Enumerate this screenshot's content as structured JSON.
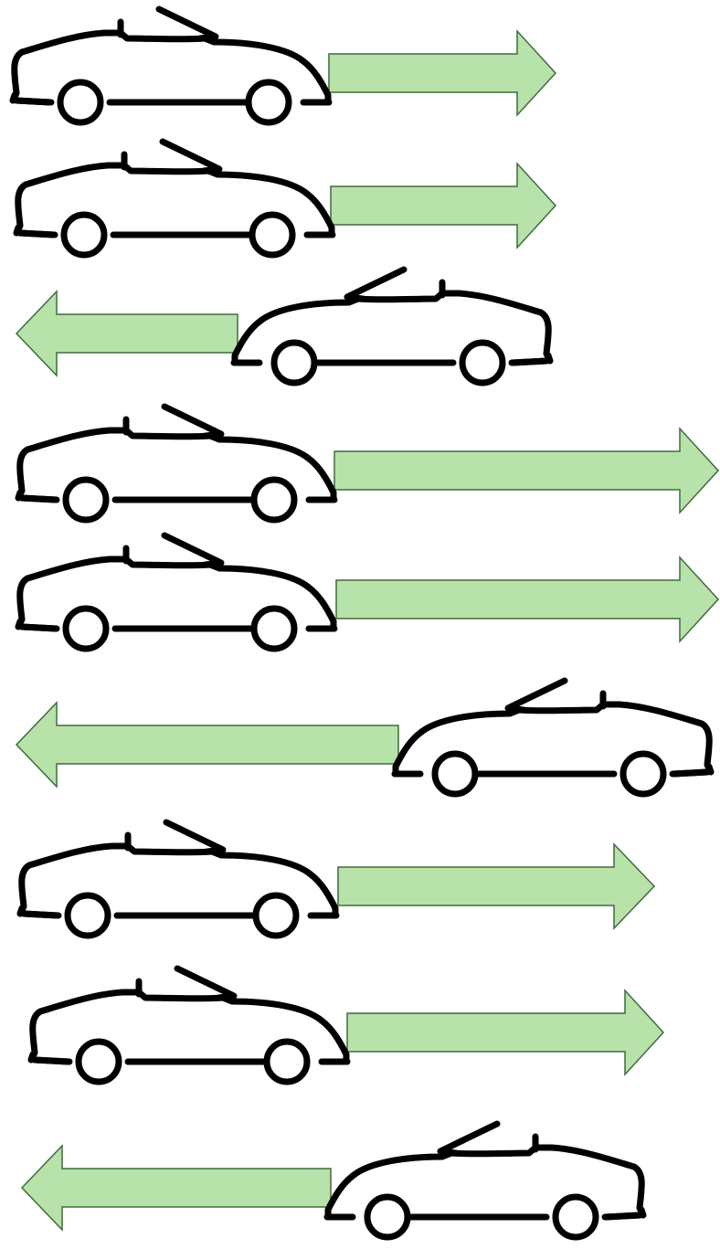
{
  "colors": {
    "arrow_fill": "#b7e3aa",
    "arrow_stroke": "#3e6b3e",
    "car_outline": "#000000",
    "background": "#ffffff"
  },
  "rows": [
    {
      "car_facing": "right",
      "arrow_direction": "right",
      "arrow_length": "medium"
    },
    {
      "car_facing": "right",
      "arrow_direction": "right",
      "arrow_length": "medium"
    },
    {
      "car_facing": "left",
      "arrow_direction": "left",
      "arrow_length": "medium"
    },
    {
      "car_facing": "right",
      "arrow_direction": "right",
      "arrow_length": "long"
    },
    {
      "car_facing": "right",
      "arrow_direction": "right",
      "arrow_length": "long"
    },
    {
      "car_facing": "left",
      "arrow_direction": "left",
      "arrow_length": "long"
    },
    {
      "car_facing": "right",
      "arrow_direction": "right",
      "arrow_length": "medium"
    },
    {
      "car_facing": "right",
      "arrow_direction": "right",
      "arrow_length": "medium"
    },
    {
      "car_facing": "left",
      "arrow_direction": "left",
      "arrow_length": "medium"
    }
  ]
}
